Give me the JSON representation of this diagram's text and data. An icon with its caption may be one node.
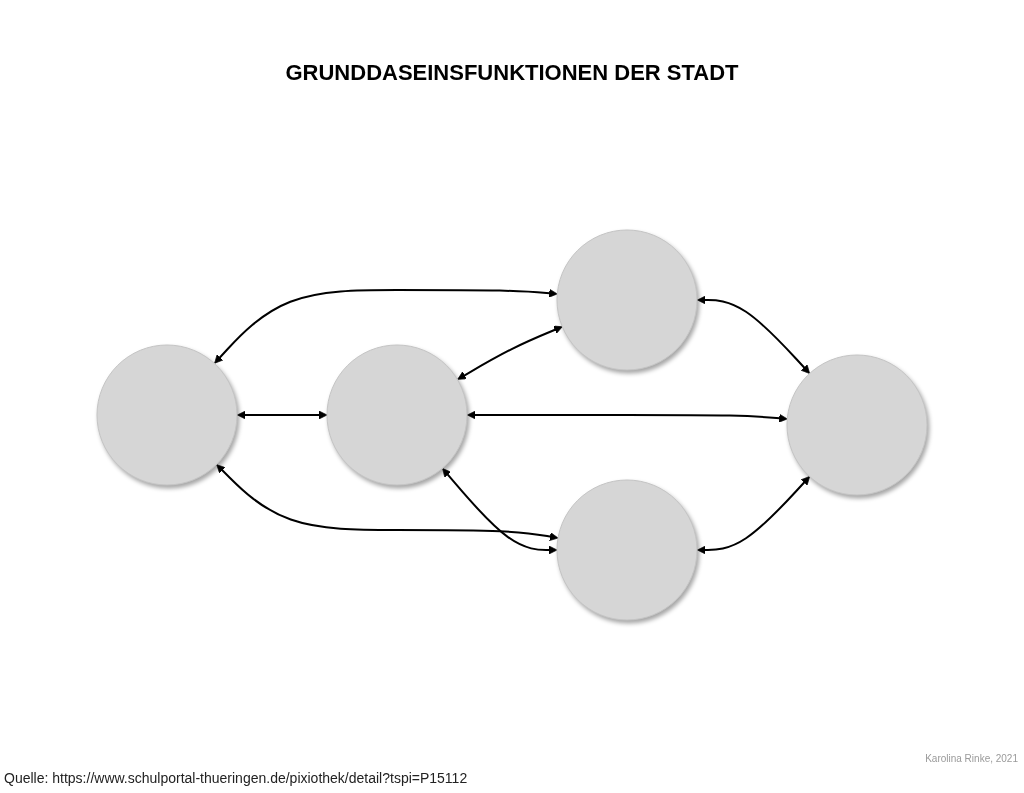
{
  "diagram": {
    "title": "GRUNDDASEINSFUNKTIONEN DER STADT",
    "caption": "Quelle: https://www.schulportal-thueringen.de/pixiothek/detail?tspi=P15112",
    "nodes": [
      {
        "text": [],
        "shape": "circle"
      },
      {
        "text": [],
        "shape": "circle"
      },
      {
        "text": [],
        "shape": "circle"
      },
      {
        "text": [],
        "shape": "circle"
      },
      {
        "text": [],
        "shape": "circle"
      }
    ],
    "edges": [
      {
        "from": 0,
        "to": 1,
        "arrow": "both"
      },
      {
        "from": 0,
        "to": 2,
        "arrow": "both"
      },
      {
        "from": 2,
        "to": 1,
        "arrow": "both"
      },
      {
        "from": 0,
        "to": 3,
        "arrow": "both"
      },
      {
        "from": 1,
        "to": 4,
        "arrow": "both"
      },
      {
        "from": 2,
        "to": 3,
        "arrow": "both"
      },
      {
        "from": 2,
        "to": 4,
        "arrow": "both"
      },
      {
        "from": 3,
        "to": 4,
        "arrow": "both"
      }
    ],
    "labels": [
      "Karolina Rinke, 2021"
    ]
  }
}
